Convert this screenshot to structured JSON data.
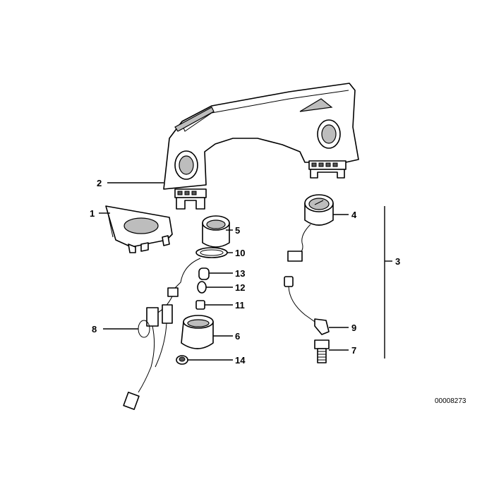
{
  "callouts": {
    "c1": "1",
    "c2": "2",
    "c3": "3",
    "c4": "4",
    "c5": "5",
    "c6": "6",
    "c7": "7",
    "c8": "8",
    "c9": "9",
    "c10": "10",
    "c11": "11",
    "c12": "12",
    "c13": "13",
    "c14": "14"
  },
  "document_number": "00008273"
}
